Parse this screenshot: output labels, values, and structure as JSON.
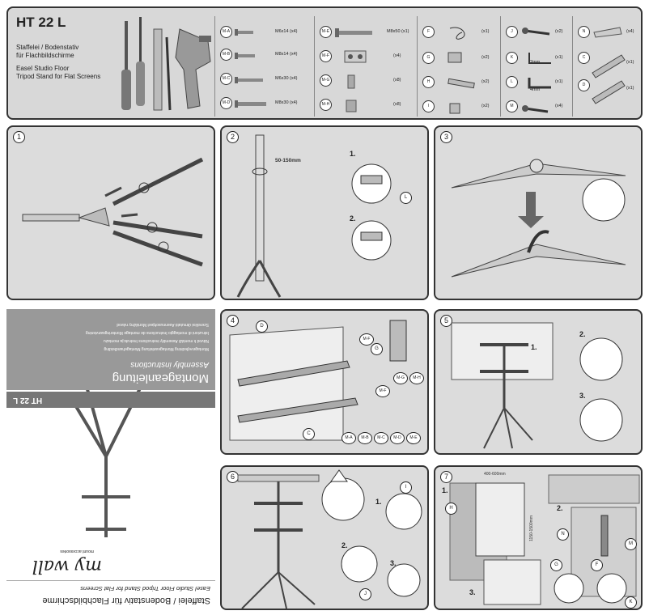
{
  "header": {
    "model": "HT 22 L",
    "title_de": "Staffelei / Bodenstativ\nfür Flachbildschirme",
    "title_en": "Easel Studio Floor\nTripod Stand for Flat Screens"
  },
  "parts": {
    "col1": [
      {
        "code": "M-A",
        "label": "M6x14 (x4)"
      },
      {
        "code": "M-B",
        "label": "M8x14 (x4)"
      },
      {
        "code": "M-C",
        "label": "M6x30 (x4)"
      },
      {
        "code": "M-D",
        "label": "M8x30 (x4)"
      }
    ],
    "col2": [
      {
        "code": "M-E",
        "label": "M8x50 (x1)"
      },
      {
        "code": "M-F",
        "label": "(x4)"
      },
      {
        "code": "M-G",
        "label": "(x8)"
      },
      {
        "code": "M-H",
        "label": "(x8)"
      }
    ],
    "col3": [
      {
        "code": "F",
        "label": "(x1)"
      },
      {
        "code": "G",
        "label": "(x2)"
      },
      {
        "code": "H",
        "label": "(x2)"
      },
      {
        "code": "I",
        "label": "(x2)"
      }
    ],
    "col4": [
      {
        "code": "J",
        "label": "(x2)"
      },
      {
        "code": "K",
        "label": "(x1)",
        "size": "2mm"
      },
      {
        "code": "L",
        "label": "(x1)",
        "size": "4mm"
      },
      {
        "code": "M",
        "label": "(x4)"
      }
    ],
    "col5": [
      {
        "code": "N",
        "label": "(x4)"
      },
      {
        "code": "C",
        "label": "(x1)"
      },
      {
        "code": "D",
        "label": "(x1)"
      }
    ]
  },
  "steps": {
    "s1": "1",
    "s2": "2",
    "s3": "3",
    "s4": "4",
    "s5": "5",
    "s6": "6",
    "s7": "7",
    "s2_dim": "50-150mm",
    "s7_dim1": "400-600mm",
    "s7_dim2": "1150-1500mm"
  },
  "labels": {
    "one": "1.",
    "two": "2.",
    "three": "3.",
    "L": "L",
    "D": "D",
    "C": "C",
    "F": "F",
    "G": "G",
    "H": "H",
    "I": "I",
    "J": "J",
    "K": "K",
    "M": "M",
    "N": "N",
    "MF": "M-F",
    "MG": "M-G",
    "MH": "M-H",
    "MA": "M-A",
    "MB": "M-B",
    "MC": "M-C",
    "MD": "M-D",
    "ME": "M-E"
  },
  "cover": {
    "heading_de": "Montageanleitung",
    "heading_en": "Assembly instructions",
    "model": "HT 22 L",
    "brand": "my wall",
    "brand_sub": "mount accessories",
    "bottom_de": "Staffelei / Bodenstativ für Flachbildschirme",
    "bottom_en": "Easel Studio Floor Tripod Stand for Flat Screens",
    "lang_lines": [
      "Montagevejledning    Montageanleitung    Montagehandleiding",
      "Návod k montáži    Assembly instructions    Instrukcja montażu",
      "Istruzioni di montaggio    Instructions de montage    Monteringsanvisning",
      "Szerelési útmutató    Asennusohjeet    Montážny návod"
    ]
  }
}
